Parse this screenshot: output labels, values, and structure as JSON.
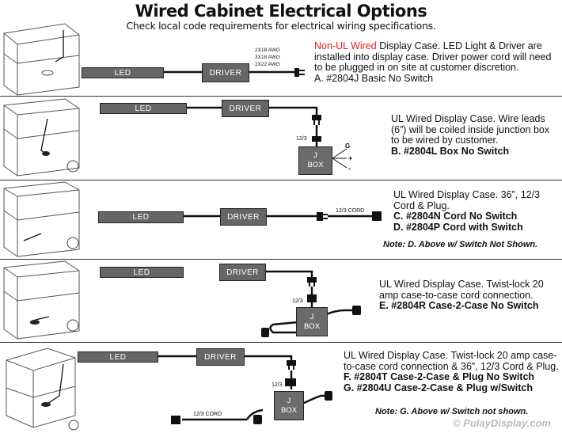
{
  "header": {
    "title": "Wired Cabinet Electrical Options",
    "subtitle": "Check local code requirements for electrical wiring specifications."
  },
  "labels": {
    "led": "LED",
    "driver": "DRIVER",
    "jbox_line1": "J",
    "jbox_line2": "BOX",
    "wire_12_3": "12/3",
    "cord_12_3": "12/3 CORD",
    "awg": [
      "2X18 AWG",
      "3X18 AWG",
      "2X22 AWG"
    ],
    "terminals": [
      "G",
      "+",
      "-"
    ]
  },
  "options": [
    {
      "lead_red": "Non-UL Wired",
      "description": " Display Case. LED Light & Driver are installed into display case. Driver power cord will need to be plugged in on site at customer discretion.",
      "codes": [
        "A. #2804J  Basic No Switch"
      ]
    },
    {
      "description": "UL Wired Display Case. Wire leads (6”) will be coiled inside junction box to be wired by customer.",
      "codes": [
        "B. #2804L  Box No Switch"
      ]
    },
    {
      "description": "UL Wired Display Case. 36”, 12/3 Cord & Plug.",
      "codes": [
        "C. #2804N Cord No Switch",
        "D. #2804P Cord with Switch"
      ],
      "note": "Note: D. Above w/ Switch Not Shown."
    },
    {
      "description": "UL Wired Display Case. Twist-lock 20 amp case-to-case cord connection.",
      "codes": [
        "E. #2804R Case-2-Case No Switch"
      ]
    },
    {
      "description": "UL Wired Display Case. Twist-lock 20 amp case-to-case cord connection & 36”, 12/3 Cord & Plug.",
      "codes": [
        "F. #2804T  Case-2-Case & Plug No Switch",
        "G. #2804U  Case-2-Case & Plug w/Switch"
      ],
      "note": "Note: G. Above w/ Switch not shown."
    }
  ],
  "watermark": "© PulayDisplay.com"
}
